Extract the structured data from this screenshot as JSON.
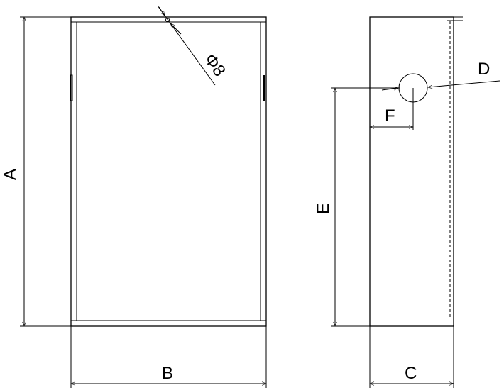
{
  "labels": {
    "A": "A",
    "B": "B",
    "C": "C",
    "D": "D",
    "E": "E",
    "F": "F",
    "phi8": "Φ8"
  },
  "colors": {
    "line": "#000000",
    "background": "#ffffff"
  }
}
